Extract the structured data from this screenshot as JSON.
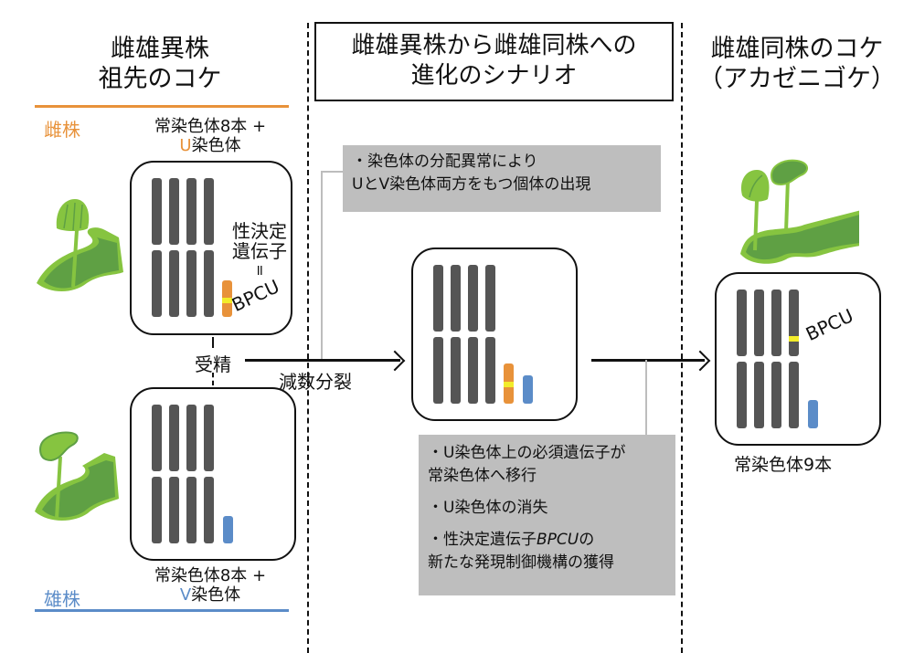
{
  "colors": {
    "female": "#E8923A",
    "male": "#5B8CC8",
    "autosome": "#555555",
    "sex_gene_band": "#F2EC2A",
    "note_bg": "#BEBEBE",
    "plant_dark": "#5FA044",
    "plant_light": "#86C440"
  },
  "left": {
    "title_line1": "雌雄異株",
    "title_line2": "祖先のコケ",
    "female_label": "雌株",
    "female_caption_line1": "常染色体8本 +",
    "female_caption_u": "U",
    "female_caption_rest": "染色体",
    "sex_gene_line1": "性決定",
    "sex_gene_line2": "遺伝子",
    "equals": "=",
    "gene_name": "BPCU",
    "fertilization": "受精",
    "male_caption_line1": "常染色体8本 +",
    "male_caption_v": "V",
    "male_caption_rest": "染色体",
    "male_label": "雄株"
  },
  "middle": {
    "title_line1": "雌雄異株から雌雄同株への",
    "title_line2": "進化のシナリオ",
    "meiosis": "減数分裂",
    "note1": {
      "line1": "・染色体の分配異常により",
      "line2": " UとV染色体両方をもつ個体の出現"
    },
    "note2": {
      "items": [
        {
          "line1": "・U染色体上の必須遺伝子が",
          "line2": " 常染色体へ移行"
        },
        {
          "line1": "・U染色体の消失",
          "line2": ""
        },
        {
          "line1": "・性決定遺伝子",
          "gene": "BPCU",
          "line1_end": "の",
          "line2": " 新たな発現制御機構の獲得"
        }
      ]
    }
  },
  "right": {
    "title_line1": "雌雄同株のコケ",
    "title_line2": "（アカゼニゴケ）",
    "gene_name": "BPCU",
    "caption": "常染色体9本"
  }
}
